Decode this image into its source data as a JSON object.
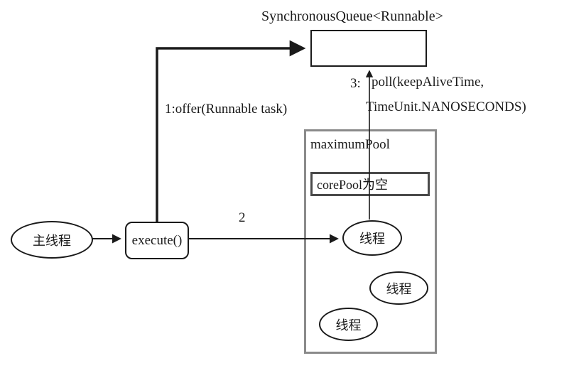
{
  "title": "SynchronousQueue<Runnable>",
  "labels": {
    "offer": "1:offer(Runnable task)",
    "step2": "2",
    "step3": "3:",
    "poll_line1": "poll(keepAliveTime,",
    "poll_line2": "TimeUnit.NANOSECONDS)"
  },
  "nodes": {
    "main_thread": "主线程",
    "execute": "execute()",
    "maximum_pool": "maximumPool",
    "core_pool": "corePool为空",
    "thread1": "线程",
    "thread2": "线程",
    "thread3": "线程"
  },
  "colors": {
    "line": "#1a1a1a",
    "pool_border": "#8a8a8a",
    "core_pool_border": "#4a4a4a",
    "background": "#ffffff"
  }
}
